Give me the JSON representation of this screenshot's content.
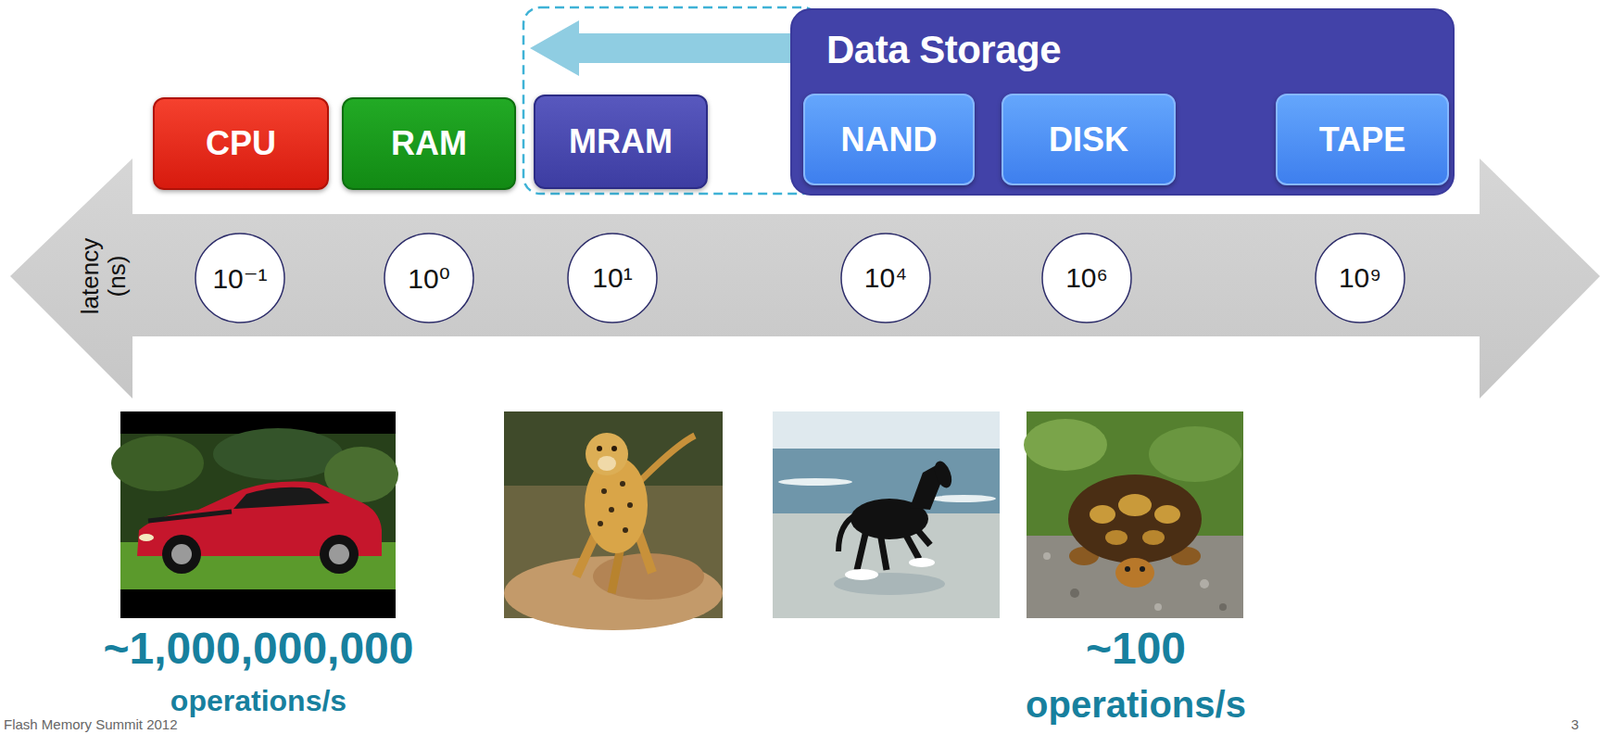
{
  "diagram": {
    "nodes": [
      {
        "text": [
          "CPU"
        ]
      },
      {
        "text": [
          "RAM"
        ]
      },
      {
        "text": [
          "MRAM"
        ]
      },
      {
        "text": [
          "Data Storage"
        ]
      },
      {
        "text": [
          "NAND"
        ],
        "in": 3
      },
      {
        "text": [
          "DISK"
        ],
        "in": 3
      },
      {
        "text": [
          "TAPE"
        ],
        "in": 3
      },
      {
        "text": [
          "latency (ns)"
        ]
      },
      {
        "text": [
          "10⁻¹"
        ],
        "in": 7
      },
      {
        "text": [
          "10⁰"
        ],
        "in": 7
      },
      {
        "text": [
          "10¹"
        ],
        "in": 7
      },
      {
        "text": [
          "10⁴"
        ],
        "in": 7
      },
      {
        "text": [
          "10⁶"
        ],
        "in": 7
      },
      {
        "text": [
          "10⁹"
        ],
        "in": 7
      }
    ],
    "labels": [
      "~1,000,000,000",
      "operations/s",
      "~100",
      "operations/s",
      "Flash Memory Summit 2012",
      "3"
    ]
  }
}
